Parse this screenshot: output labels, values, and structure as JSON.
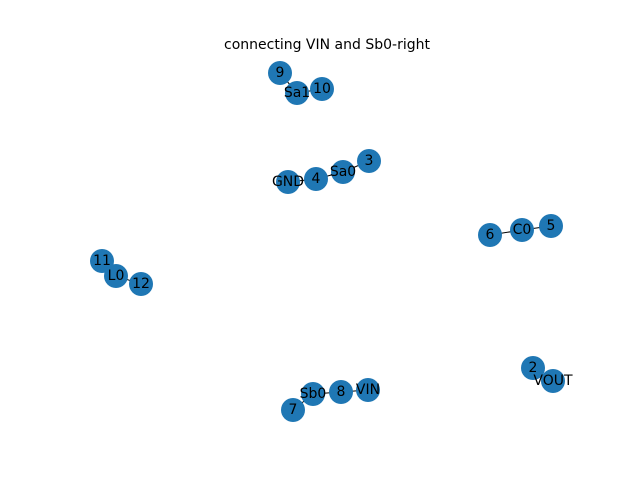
{
  "figure": {
    "title": "connecting VIN and Sb0-right",
    "node_color": "#1f77b4",
    "edge_color": "#000000",
    "label_color": "#000000"
  },
  "graph": {
    "nodes": [
      {
        "id": "9",
        "label": "9"
      },
      {
        "id": "Sa1",
        "label": "Sa1"
      },
      {
        "id": "10",
        "label": "10"
      },
      {
        "id": "3",
        "label": "3"
      },
      {
        "id": "Sa0",
        "label": "Sa0"
      },
      {
        "id": "4",
        "label": "4"
      },
      {
        "id": "GND",
        "label": "GND"
      },
      {
        "id": "5",
        "label": "5"
      },
      {
        "id": "C0",
        "label": "C0"
      },
      {
        "id": "6",
        "label": "6"
      },
      {
        "id": "11",
        "label": "11"
      },
      {
        "id": "L0",
        "label": "L0"
      },
      {
        "id": "12",
        "label": "12"
      },
      {
        "id": "2",
        "label": "2"
      },
      {
        "id": "VOUT",
        "label": "VOUT"
      },
      {
        "id": "VIN",
        "label": "VIN"
      },
      {
        "id": "8",
        "label": "8"
      },
      {
        "id": "Sb0",
        "label": "Sb0"
      },
      {
        "id": "7",
        "label": "7"
      }
    ],
    "edges": [
      {
        "source": "9",
        "target": "Sa1"
      },
      {
        "source": "Sa1",
        "target": "10"
      },
      {
        "source": "3",
        "target": "Sa0"
      },
      {
        "source": "Sa0",
        "target": "4"
      },
      {
        "source": "4",
        "target": "GND"
      },
      {
        "source": "5",
        "target": "C0"
      },
      {
        "source": "C0",
        "target": "6"
      },
      {
        "source": "11",
        "target": "L0"
      },
      {
        "source": "L0",
        "target": "12"
      },
      {
        "source": "2",
        "target": "VOUT"
      },
      {
        "source": "VIN",
        "target": "8"
      },
      {
        "source": "8",
        "target": "Sb0"
      },
      {
        "source": "Sb0",
        "target": "7"
      }
    ]
  }
}
